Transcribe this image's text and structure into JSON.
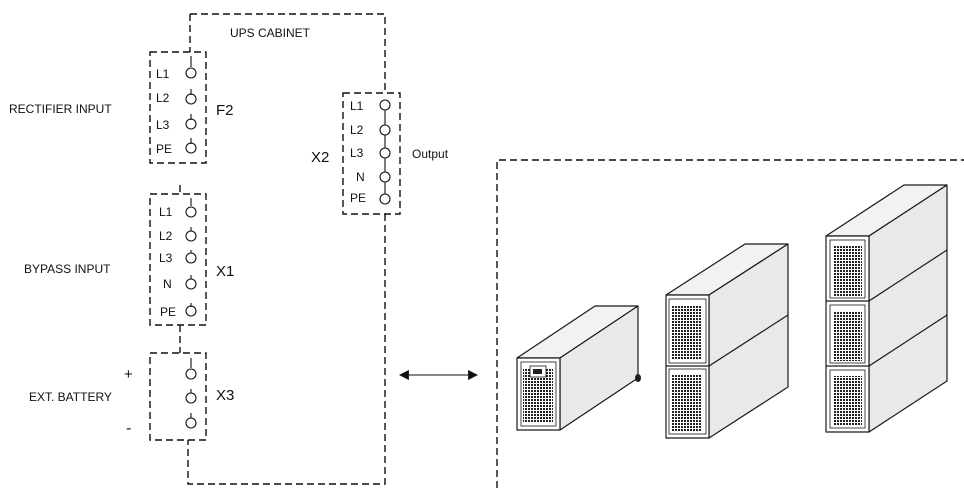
{
  "cabinet_title": "UPS CABINET",
  "rectifier": {
    "label": "RECTIFIER INPUT",
    "designator": "F2",
    "terminals": [
      "L1",
      "L2",
      "L3",
      "PE"
    ]
  },
  "bypass": {
    "label": "BYPASS INPUT",
    "designator": "X1",
    "terminals": [
      "L1",
      "L2",
      "L3",
      "N",
      "PE"
    ]
  },
  "battery": {
    "label": "EXT. BATTERY",
    "designator": "X3",
    "plus": "+",
    "minus": "-"
  },
  "output": {
    "label": "Output",
    "designator": "X2",
    "terminals": [
      "L1",
      "L2",
      "L3",
      "N",
      "PE"
    ]
  }
}
